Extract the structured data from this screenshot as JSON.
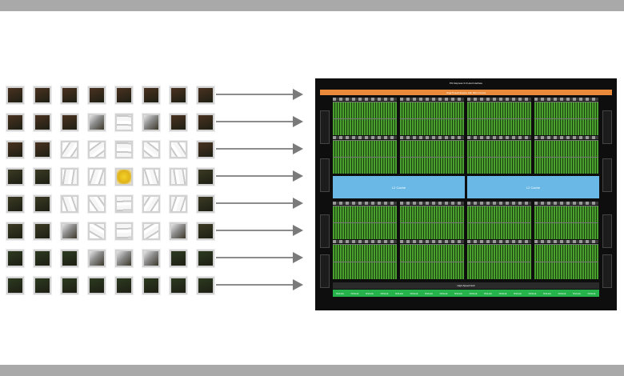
{
  "gpu": {
    "header_text": "PCI Express 3.0 Host Interface",
    "top_bar_text": "GigaThread Engine with MIG Control",
    "l2_left_text": "L2 Cache",
    "l2_right_text": "L2 Cache",
    "hub_text": "High-Speed Hub",
    "nvlink_label": "NVLink"
  },
  "colors": {
    "orange": "#e98a3a",
    "l2_blue": "#6ab8e6",
    "core_green": "#4aa02c",
    "nvlink_green": "#27b34b",
    "chip_background": "#0e0e0e"
  },
  "tile_grid": {
    "rows": 8,
    "cols": 8
  },
  "arrows": {
    "count": 8
  }
}
